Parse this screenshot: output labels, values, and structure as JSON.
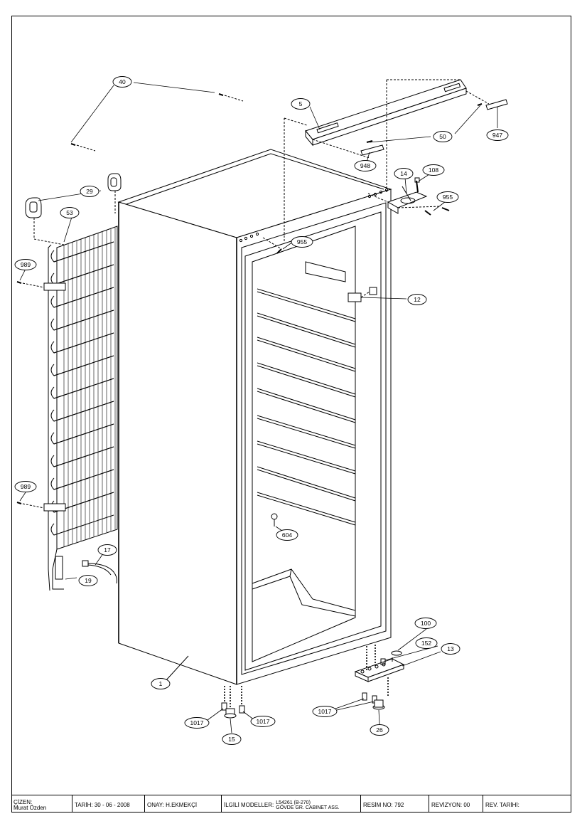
{
  "drawing": {
    "part_labels": [
      {
        "id": "p40",
        "text": "40"
      },
      {
        "id": "p5",
        "text": "5"
      },
      {
        "id": "p50",
        "text": "50"
      },
      {
        "id": "p947",
        "text": "947"
      },
      {
        "id": "p948",
        "text": "948"
      },
      {
        "id": "p14",
        "text": "14"
      },
      {
        "id": "p108",
        "text": "108"
      },
      {
        "id": "p955a",
        "text": "955"
      },
      {
        "id": "p955b",
        "text": "955"
      },
      {
        "id": "p29",
        "text": "29"
      },
      {
        "id": "p53",
        "text": "53"
      },
      {
        "id": "p989a",
        "text": "989"
      },
      {
        "id": "p989b",
        "text": "989"
      },
      {
        "id": "p12",
        "text": "12"
      },
      {
        "id": "p604",
        "text": "604"
      },
      {
        "id": "p17",
        "text": "17"
      },
      {
        "id": "p19",
        "text": "19"
      },
      {
        "id": "p100",
        "text": "100"
      },
      {
        "id": "p152",
        "text": "152"
      },
      {
        "id": "p13",
        "text": "13"
      },
      {
        "id": "p1",
        "text": "1"
      },
      {
        "id": "p1017a",
        "text": "1017"
      },
      {
        "id": "p1017b",
        "text": "1017"
      },
      {
        "id": "p1017c",
        "text": "1017"
      },
      {
        "id": "p15",
        "text": "15"
      },
      {
        "id": "p26",
        "text": "26"
      }
    ]
  },
  "title_block": {
    "cizen_label": "ÇİZEN:",
    "cizen_value": "Murat Özden",
    "tarih": "TARİH: 30 - 06 - 2008",
    "onay": "ONAY: H.EKMEKÇİ",
    "ilgili_label": "İLGİLİ MODELLER:",
    "ilgili_line1": "L54261 (B-270)",
    "ilgili_line2": "GÖVDE GR. CABINET ASS.",
    "resim_no": "RESİM NO: 792",
    "revizyon": "REVİZYON: 00",
    "rev_tarihi": "REV. TARİHİ:"
  }
}
